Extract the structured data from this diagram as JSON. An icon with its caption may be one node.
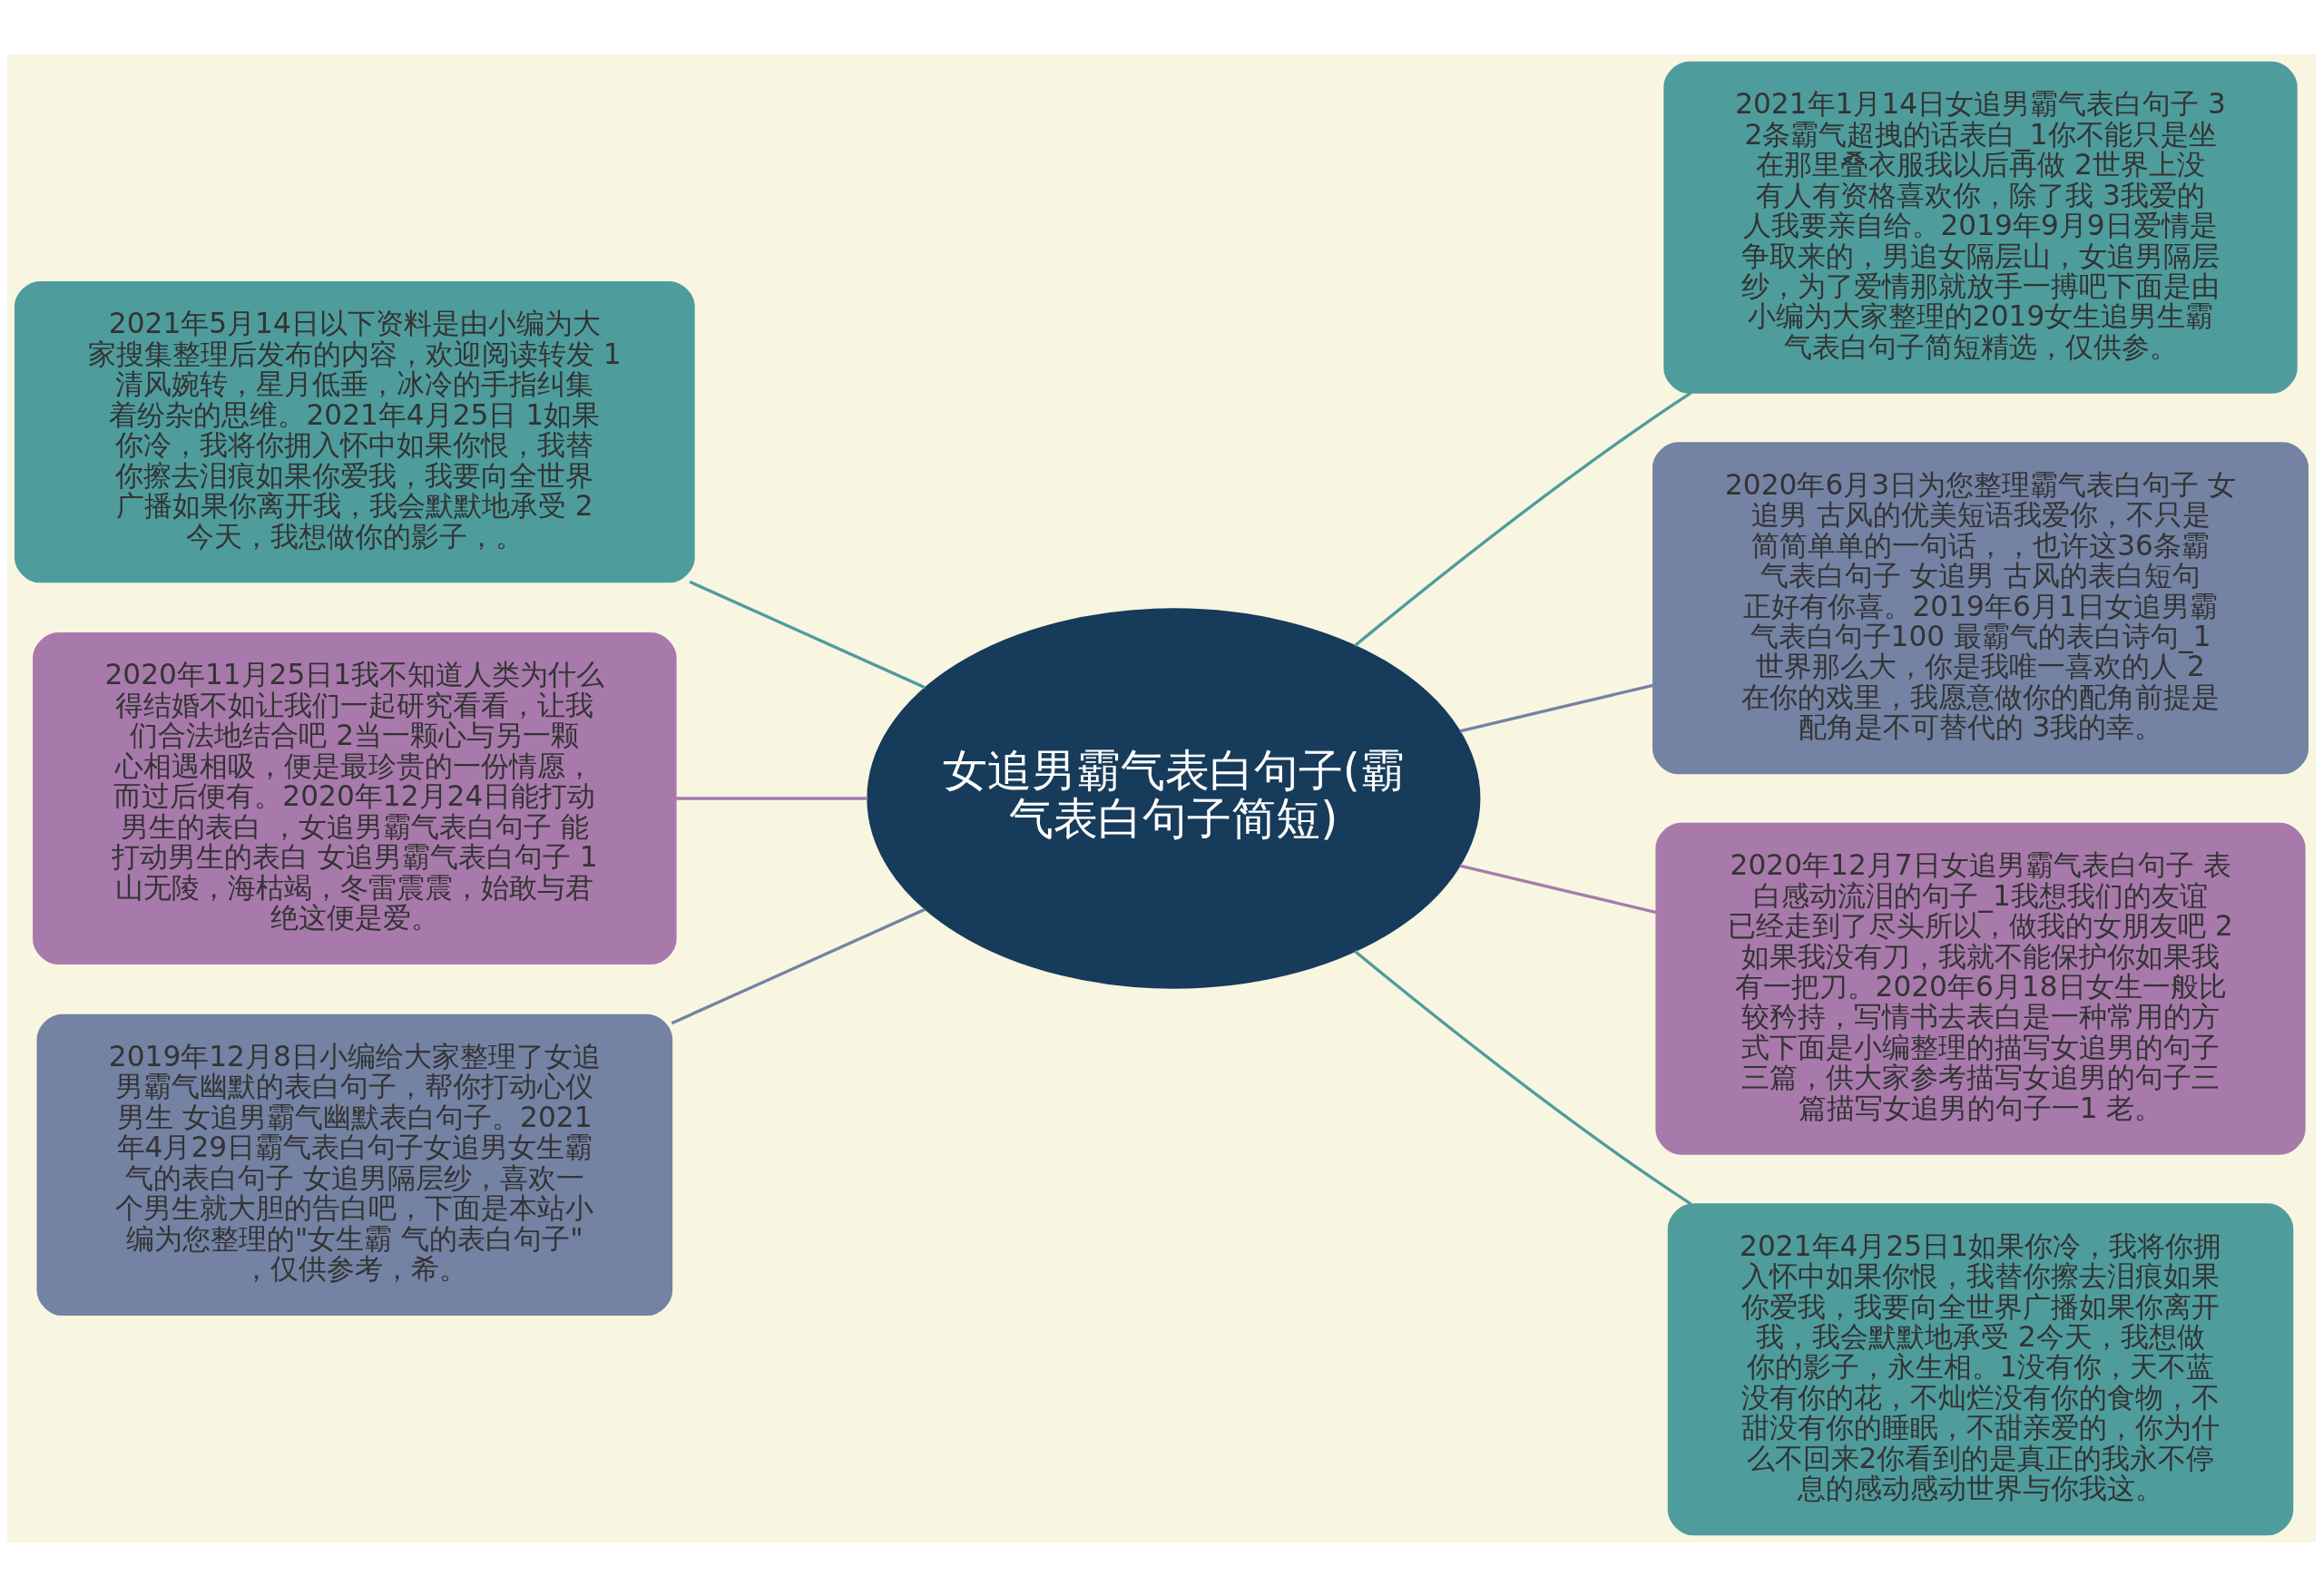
{
  "diagram": {
    "nodes": [
      {
        "text": [
          "女追男霸气表白句子(霸气表白句子简短)"
        ]
      },
      {
        "text": [
          "2021年5月14日以下资料是由小编为大家搜集整理后发布的内容，欢迎阅读转发 1清风婉转，星月低垂，冰冷的手指纠集着纷杂的思维。2021年4月25日 1如果你冷，我将你拥入怀中如果你恨，我替你擦去泪痕如果你爱我，我要向全世界广播如果你离开我，我会默默地承受 2今天，我想做你的影子，。"
        ]
      },
      {
        "text": [
          "2020年11月25日1我不知道人类为什么得结婚不如让我们一起研究看看，让我们合法地结合吧 2当一颗心与另一颗心相遇相吸，便是最珍贵的一份情愿，而过后便有。2020年12月24日能打动男生的表白 ，女追男霸气表白句子 能打动男生的表白 女追男霸气表白句子 1山无陵，海枯竭，冬雷震震，始敢与君绝这便是爱。"
        ]
      },
      {
        "text": [
          "2019年12月8日小编给大家整理了女追男霸气幽默的表白句子，帮你打动心仪男生 女追男霸气幽默表白句子。2021年4月29日霸气表白句子女追男女生霸气的表白句子 女追男隔层纱，喜欢一个男生就大胆的告白吧，下面是本站小编为您整理的\"女生霸 气的表白句子\"，仅供参考，希。"
        ]
      },
      {
        "text": [
          "2021年1月14日女追男霸气表白句子 32条霸气超拽的话表白_1你不能只是坐在那里叠衣服我以后再做 2世界上没有人有资格喜欢你，除了我 3我爱的人我要亲自给。2019年9月9日爱情是争取来的，男追女隔层山，女追男隔层纱，为了爱情那就放手一搏吧下面是由小编为大家整理的2019女生追男生霸气表白句子简短精选，仅供参。"
        ]
      },
      {
        "text": [
          "2020年6月3日为您整理霸气表白句子 女追男 古风的优美短语我爱你，不只是简简单单的一句话，，也许这36条霸气表白句子 女追男 古风的表白短句正好有你喜。2019年6月1日女追男霸气表白句子100 最霸气的表白诗句_1世界那么大，你是我唯一喜欢的人 2在你的戏里，我愿意做你的配角前提是配角是不可替代的 3我的幸。"
        ]
      },
      {
        "text": [
          "2020年12月7日女追男霸气表白句子 表白感动流泪的句子_1我想我们的友谊已经走到了尽头所以，做我的女朋友吧 2如果我没有刀，我就不能保护你如果我有一把刀。2020年6月18日女生一般比较矜持，写情书去表白是一种常用的方式下面是小编整理的描写女追男的句子三篇，供大家参考描写女追男的句子三篇描写女追男的句子一1 老。"
        ]
      },
      {
        "text": [
          "2021年4月25日1如果你冷，我将你拥入怀中如果你恨，我替你擦去泪痕如果你爱我，我要向全世界广播如果你离开我，我会默默地承受 2今天，我想做你的影子，永生相。1没有你，天不蓝没有你的花，不灿烂没有你的食物，不甜没有你的睡眠，不甜亲爱的，你为什么不回来2你看到的是真正的我永不停息的感动感动世界与你我这。"
        ]
      }
    ],
    "edges": [
      {
        "from": 0,
        "to": 1,
        "arrow": "none"
      },
      {
        "from": 0,
        "to": 2,
        "arrow": "none",
        "color": "#a87aab"
      },
      {
        "from": 0,
        "to": 3,
        "arrow": "none",
        "color": "#7482a3"
      },
      {
        "from": 0,
        "to": 4,
        "arrow": "none"
      },
      {
        "from": 0,
        "to": 5,
        "arrow": "none",
        "color": "#7482a3"
      },
      {
        "from": 0,
        "to": 6,
        "arrow": "none",
        "color": "#a87aab"
      },
      {
        "from": 0,
        "to": 7,
        "arrow": "none"
      }
    ]
  }
}
